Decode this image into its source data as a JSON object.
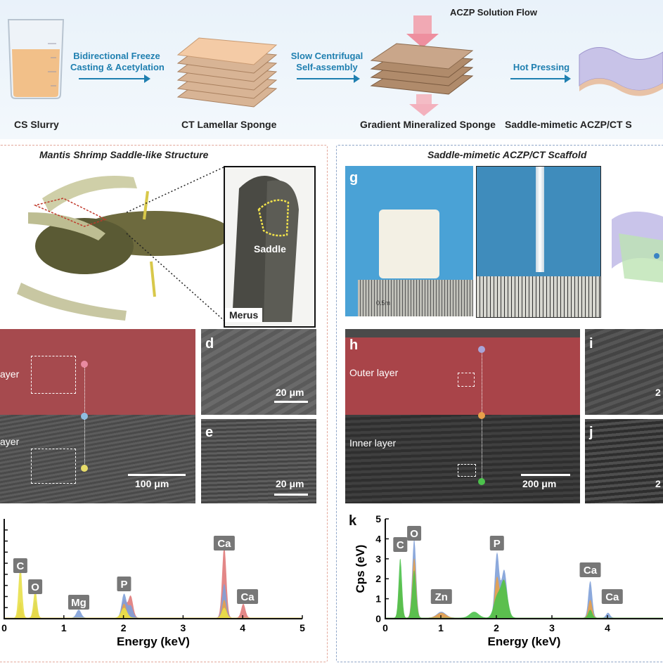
{
  "top": {
    "step1": "CS Slurry",
    "arrow1_line1": "Bidirectional Freeze",
    "arrow1_line2": "Casting & Acetylation",
    "step2": "CT Lamellar Sponge",
    "arrow2_line1": "Slow Centrifugal",
    "arrow2_line2": "Self-assembly",
    "flow_label": "ACZP Solution Flow",
    "step3": "Gradient Mineralized Sponge",
    "arrow3": "Hot Pressing",
    "step4": "Saddle-mimetic ACZP/CT S"
  },
  "left": {
    "title": "Mantis Shrimp Saddle-like Structure",
    "saddle": "Saddle",
    "merus": "Merus",
    "outer_layer": "ayer",
    "inner_layer": "ayer",
    "scale_main": "100 μm",
    "d": "d",
    "e": "e",
    "scale_d": "20 μm",
    "scale_e": "20 μm"
  },
  "right": {
    "title": "Saddle-mimetic ACZP/CT Scaffold",
    "g": "g",
    "h": "h",
    "i": "i",
    "j": "j",
    "k": "k",
    "outer_layer": "Outer layer",
    "inner_layer": "Inner layer",
    "scale_main": "200 μm",
    "ruler_text": "0.5m",
    "scale_i": "2",
    "scale_j": "2"
  },
  "colors": {
    "red_layer": "#b5494e",
    "eds_red": "#e07a7a",
    "eds_blue": "#7fa0d8",
    "eds_orange": "#e8a04a",
    "eds_yellow": "#e8e04a",
    "eds_green": "#4cc24c"
  },
  "chart_data": [
    {
      "type": "area",
      "xlabel": "Energy (keV)",
      "ylabel": "",
      "xlim": [
        0,
        5
      ],
      "x_ticks": [
        "0",
        "1",
        "2",
        "3",
        "4",
        "5"
      ],
      "peak_labels": [
        "C",
        "O",
        "Mg",
        "P",
        "Ca",
        "Ca"
      ],
      "peaks": [
        {
          "label": "C",
          "x": 0.27
        },
        {
          "label": "O",
          "x": 0.52
        },
        {
          "label": "Mg",
          "x": 1.25
        },
        {
          "label": "P",
          "x": 2.01
        },
        {
          "label": "Ca",
          "x": 3.69
        },
        {
          "label": "Ca",
          "x": 4.01
        }
      ]
    },
    {
      "type": "area",
      "xlabel": "Energy (keV)",
      "ylabel": "Cps (eV)",
      "xlim": [
        0,
        5
      ],
      "ylim": [
        0,
        5
      ],
      "x_ticks": [
        "0",
        "1",
        "2",
        "3",
        "4"
      ],
      "y_ticks": [
        "0",
        "1",
        "2",
        "3",
        "4",
        "5"
      ],
      "peaks": [
        {
          "label": "C",
          "x": 0.27,
          "y": 3.0
        },
        {
          "label": "O",
          "x": 0.52,
          "y": 3.95
        },
        {
          "label": "Zn",
          "x": 1.01,
          "y": 0.3
        },
        {
          "label": "P",
          "x": 2.01,
          "y": 3.2
        },
        {
          "label": "Ca",
          "x": 3.69,
          "y": 1.85
        },
        {
          "label": "Ca",
          "x": 4.01,
          "y": 0.25
        }
      ]
    }
  ]
}
